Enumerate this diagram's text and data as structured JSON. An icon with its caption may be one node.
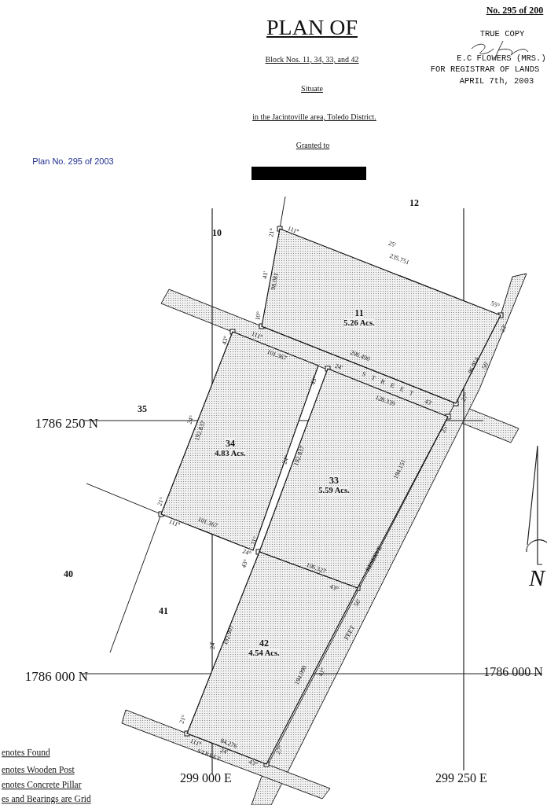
{
  "diagram": {
    "title": "PLAN OF",
    "nodes": [
      {
        "text": [
          "11",
          "5.26 Acs."
        ]
      },
      {
        "text": [
          "34",
          "4.83 Acs."
        ]
      },
      {
        "text": [
          "33",
          "5.59 Acs."
        ]
      },
      {
        "text": [
          "42",
          "4.54 Acs."
        ]
      }
    ],
    "labels": [
      "No. 295 of 200",
      "Block Nos. 11, 34, 33, and 42",
      "TRUE COPY",
      "E.C FLOWERS (MRS.)",
      "FOR REGISTRAR OF LANDS",
      "APRIL 7th, 2003",
      "Situate",
      "in the Jacintoville area, Toledo District.",
      "Granted to",
      "Plan No. 295 of 2003",
      "12",
      "10",
      "111°",
      "21°",
      "25'",
      "235.751",
      "41'",
      "98.081",
      "55°",
      "10°",
      "23'",
      "43°",
      "111°",
      "101.367",
      "206.490",
      "24'",
      "96.914",
      "56'",
      "43°",
      "STREET",
      "27°",
      "128.339",
      "43'",
      "35",
      "24°",
      "192.837",
      "25°",
      "1786 250 N",
      "24°",
      "192.837",
      "194.151",
      "21°",
      "111°",
      "101.367",
      "21°",
      "24°",
      "RESERVE",
      "43°",
      "106.327",
      "40",
      "43°",
      "N",
      "56'",
      "41",
      "FEET",
      "192.907",
      "24'",
      "194.090",
      "41°",
      "1786 000 N",
      "1786 000 N",
      "21°",
      "111°",
      "84.276",
      "24'",
      "STREET",
      "27°",
      "43°",
      "enotes Found",
      "299 000 E",
      "299 250 E",
      "enotes Wooden Post",
      "enotes Concrete Pillar",
      "es and Bearings are Grid"
    ]
  }
}
